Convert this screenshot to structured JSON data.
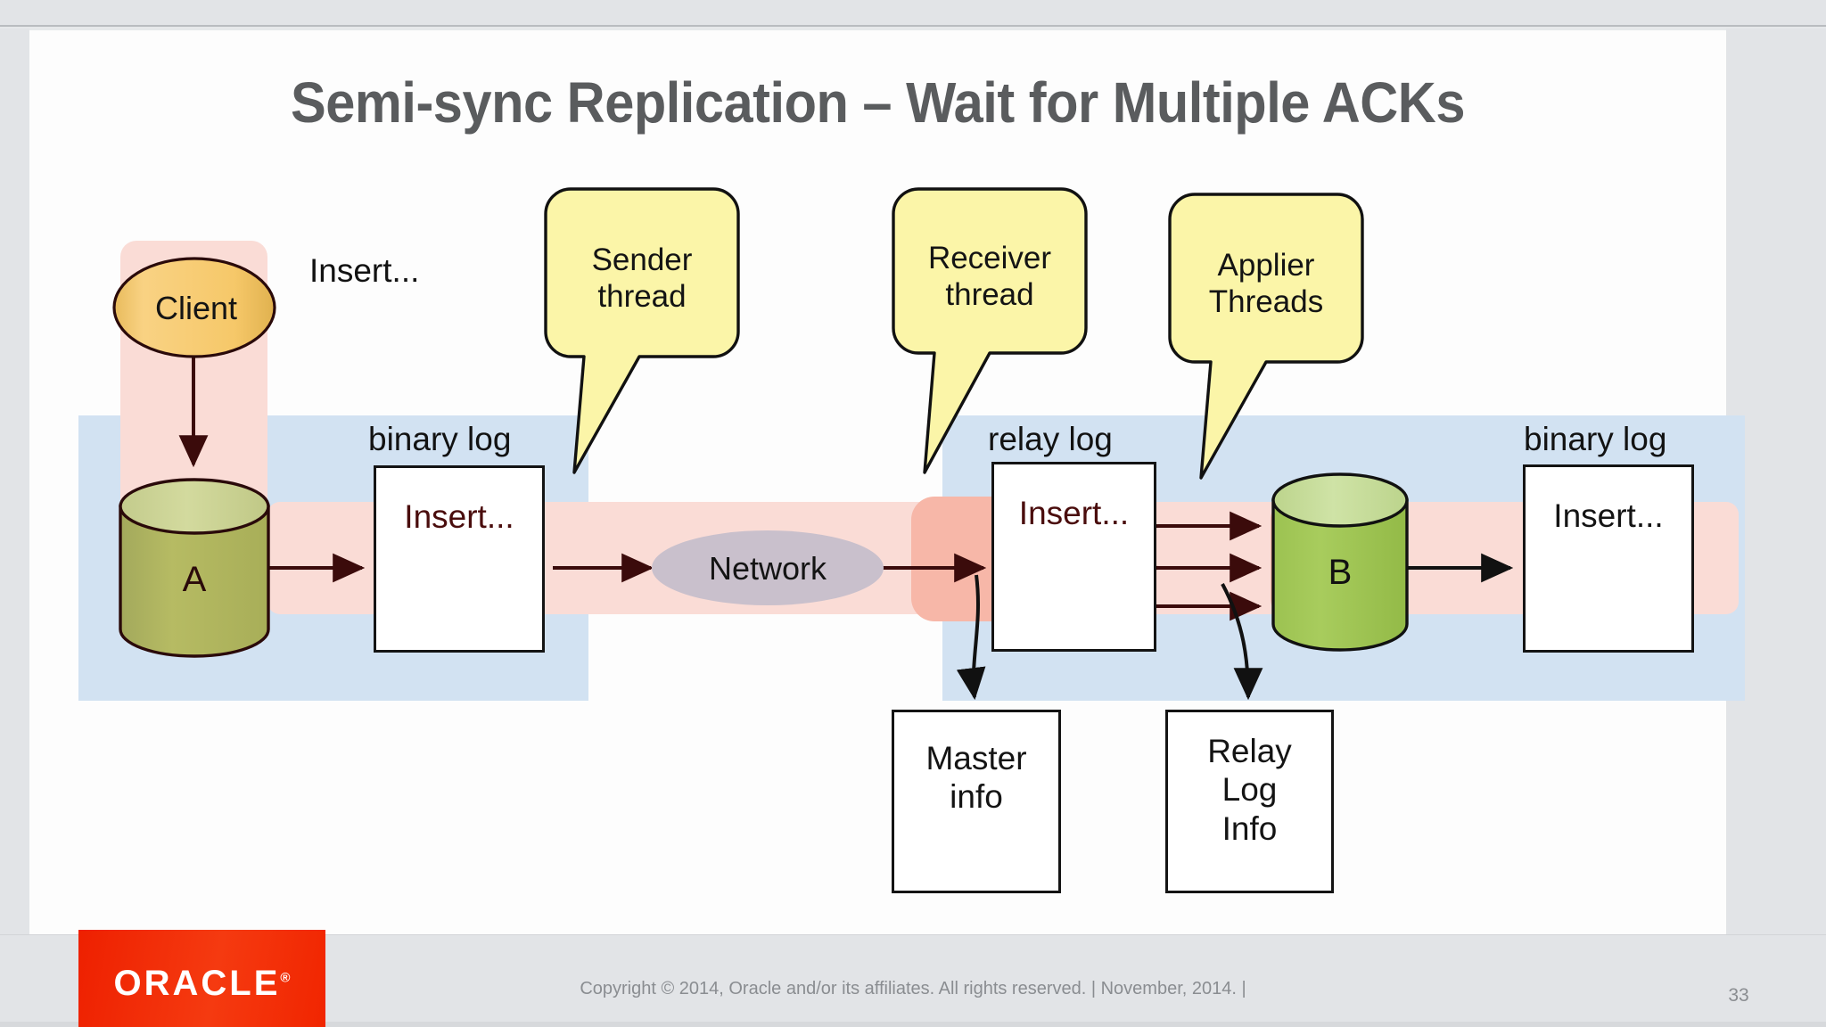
{
  "slide": {
    "title": "Semi-sync Replication – Wait for Multiple ACKs",
    "page_number": "33",
    "copyright": "Copyright © 2014, Oracle and/or its affiliates. All rights reserved. | November, 2014.  |",
    "brand": {
      "name": "ORACLE",
      "registered_mark": "®",
      "accent_color": "#f01e03"
    }
  },
  "diagram": {
    "client_node": "Client",
    "client_insert_label": "Insert...",
    "master_db": "A",
    "replica_db": "B",
    "network_node": "Network",
    "master_binlog_label": "binary log",
    "master_binlog_entry": "Insert...",
    "relay_log_label": "relay log",
    "relay_log_entry": "Insert...",
    "replica_binlog_label": "binary log",
    "replica_binlog_entry": "Insert...",
    "master_info_box": "Master\ninfo",
    "relay_log_info_box": "Relay\nLog\nInfo",
    "callouts": [
      {
        "name": "sender-thread",
        "text": "Sender\nthread"
      },
      {
        "name": "receiver-thread",
        "text": "Receiver\nthread"
      },
      {
        "name": "applier-threads",
        "text": "Applier\nThreads"
      }
    ],
    "colors": {
      "server_band": "#d2e2f2",
      "flow_highlight": "#fadcd6",
      "flow_highlight_strong": "#f7b7a8",
      "callout_fill": "#fbf5a8",
      "db_cylinder_top": "#cdd595",
      "db_cylinder_body": "#9bbb3f",
      "client_fill": "#f7cd72",
      "network_fill": "#c9c0cc",
      "stroke": "#3b0b0b"
    }
  }
}
